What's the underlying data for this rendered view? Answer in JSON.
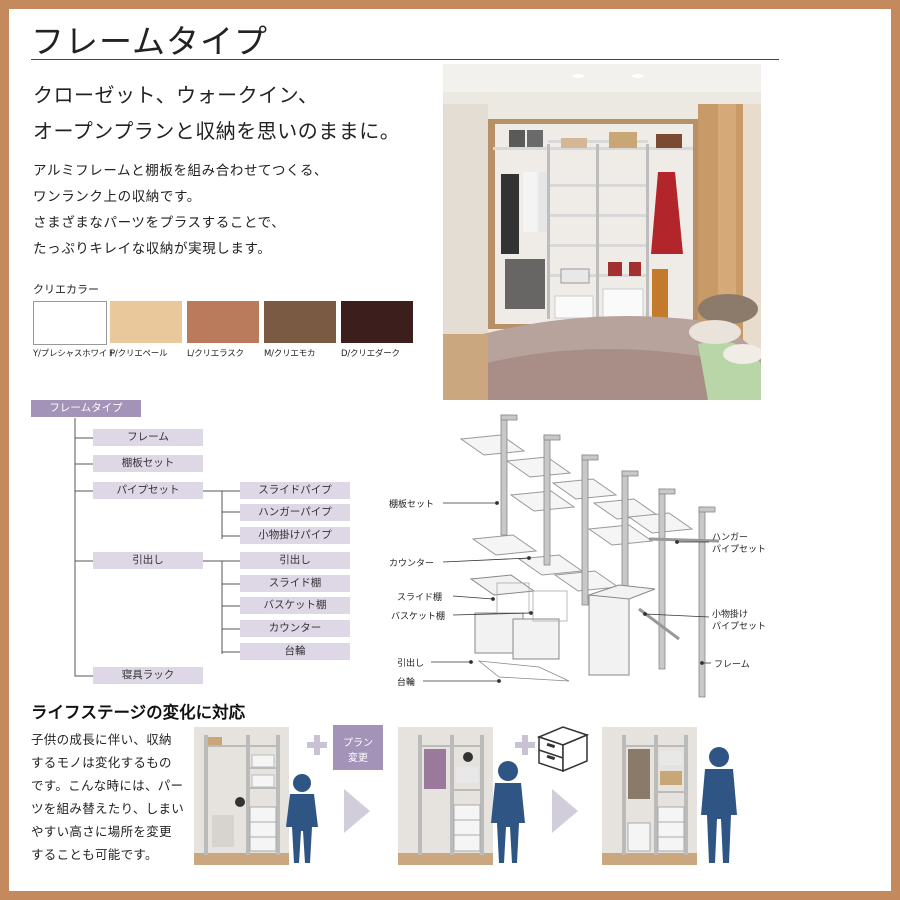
{
  "title": "フレームタイプ",
  "lead": [
    "クローゼット、ウォークイン、",
    "オープンプランと収納を思いのままに。"
  ],
  "body": [
    "アルミフレームと棚板を組み合わせてつくる、",
    "ワンランク上の収納です。",
    "さまざまなパーツをプラスすることで、",
    "たっぷりキレイな収納が実現します。"
  ],
  "colors": {
    "heading": "クリエカラー",
    "swatches": [
      {
        "label": "Y/プレシャスホワイト",
        "color": "#ffffff"
      },
      {
        "label": "P/クリエペール",
        "color": "#e9c89c"
      },
      {
        "label": "L/クリエラスク",
        "color": "#b97b5c"
      },
      {
        "label": "M/クリエモカ",
        "color": "#7a5a42"
      },
      {
        "label": "D/クリエダーク",
        "color": "#3c1f1c"
      }
    ]
  },
  "tree": {
    "root": "フレームタイプ",
    "level1": [
      "フレーム",
      "棚板セット",
      "パイプセット",
      "引出し",
      "寝具ラック"
    ],
    "pipe_children": [
      "スライドパイプ",
      "ハンガーパイプ",
      "小物掛けパイプ"
    ],
    "drawer_children": [
      "引出し",
      "スライド棚",
      "バスケット棚",
      "カウンター",
      "台輪"
    ]
  },
  "diagram_labels": {
    "shelf_set": "棚板セット",
    "counter": "カウンター",
    "slide_shelf": "スライド棚",
    "basket_shelf": "バスケット棚",
    "drawer": "引出し",
    "plinth": "台輪",
    "hanger_pipe_1": "ハンガー",
    "hanger_pipe_2": "パイプセット",
    "small_pipe_1": "小物掛け",
    "small_pipe_2": "パイプセット",
    "frame": "フレーム"
  },
  "section2": {
    "title": "ライフステージの変化に対応",
    "body": [
      "子供の成長に伴い、収納",
      "するモノは変化するもの",
      "です。こんな時には、パー",
      "ツを組み替えたり、しまい",
      "やすい高さに場所を変更",
      "することも可能です。"
    ],
    "plan_badge": [
      "プラン",
      "変更"
    ]
  },
  "accent": {
    "lavender": "#a393b8",
    "lavender_light": "#ded7e6",
    "figure_blue": "#2f5584",
    "border": "#c48a5d"
  }
}
